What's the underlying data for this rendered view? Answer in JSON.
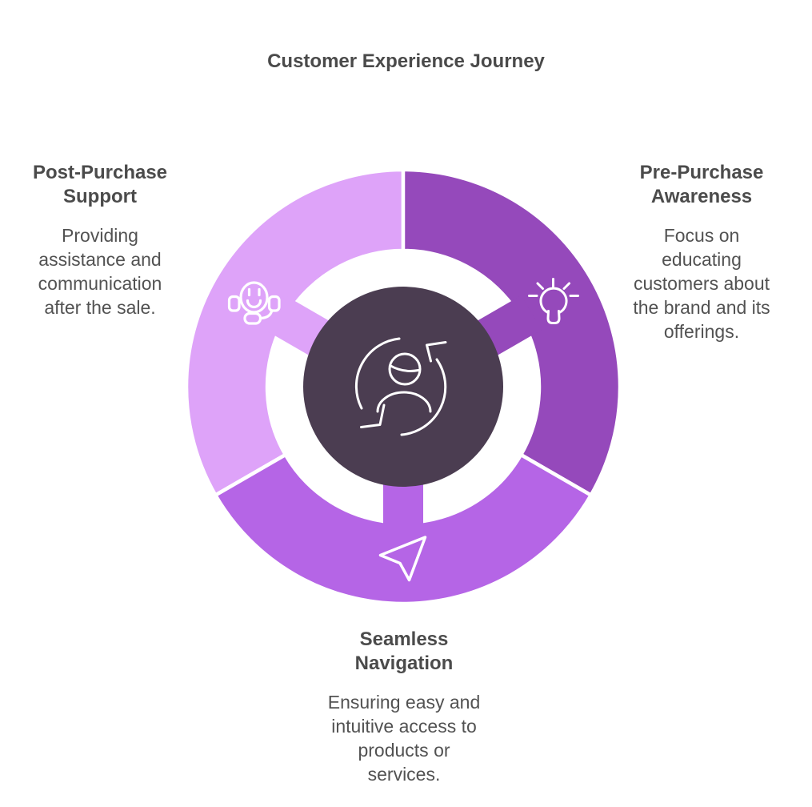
{
  "title": "Customer Experience Journey",
  "colors": {
    "post_purchase_segment": "#DEA3F9",
    "pre_purchase_segment": "#9549BB",
    "navigation_segment": "#B565E6",
    "center_circle": "#4B3D51",
    "icon_stroke": "#FFFFFF",
    "divider": "#FFFFFF",
    "title_text": "#4A4A4A",
    "heading_text": "#4B4B4B",
    "body_text": "#525252"
  },
  "segments": [
    {
      "id": "post-purchase-support",
      "position": "left",
      "title_lines": [
        "Post-Purchase",
        "Support"
      ],
      "description_lines": [
        "Providing",
        "assistance and",
        "communication",
        "after the sale."
      ],
      "icon": "headset-smile-icon",
      "color": "#DEA3F9"
    },
    {
      "id": "pre-purchase-awareness",
      "position": "right",
      "title_lines": [
        "Pre-Purchase",
        "Awareness"
      ],
      "description_lines": [
        "Focus on",
        "educating",
        "customers about",
        "the brand and its",
        "offerings."
      ],
      "icon": "lightbulb-icon",
      "color": "#9549BB"
    },
    {
      "id": "seamless-navigation",
      "position": "bottom",
      "title_lines": [
        "Seamless",
        "Navigation"
      ],
      "description_lines": [
        "Ensuring easy and",
        "intuitive access to",
        "products or",
        "services."
      ],
      "icon": "send-arrow-icon",
      "color": "#B565E6"
    }
  ],
  "center": {
    "icon": "customer-cycle-icon",
    "color": "#4B3D51"
  }
}
